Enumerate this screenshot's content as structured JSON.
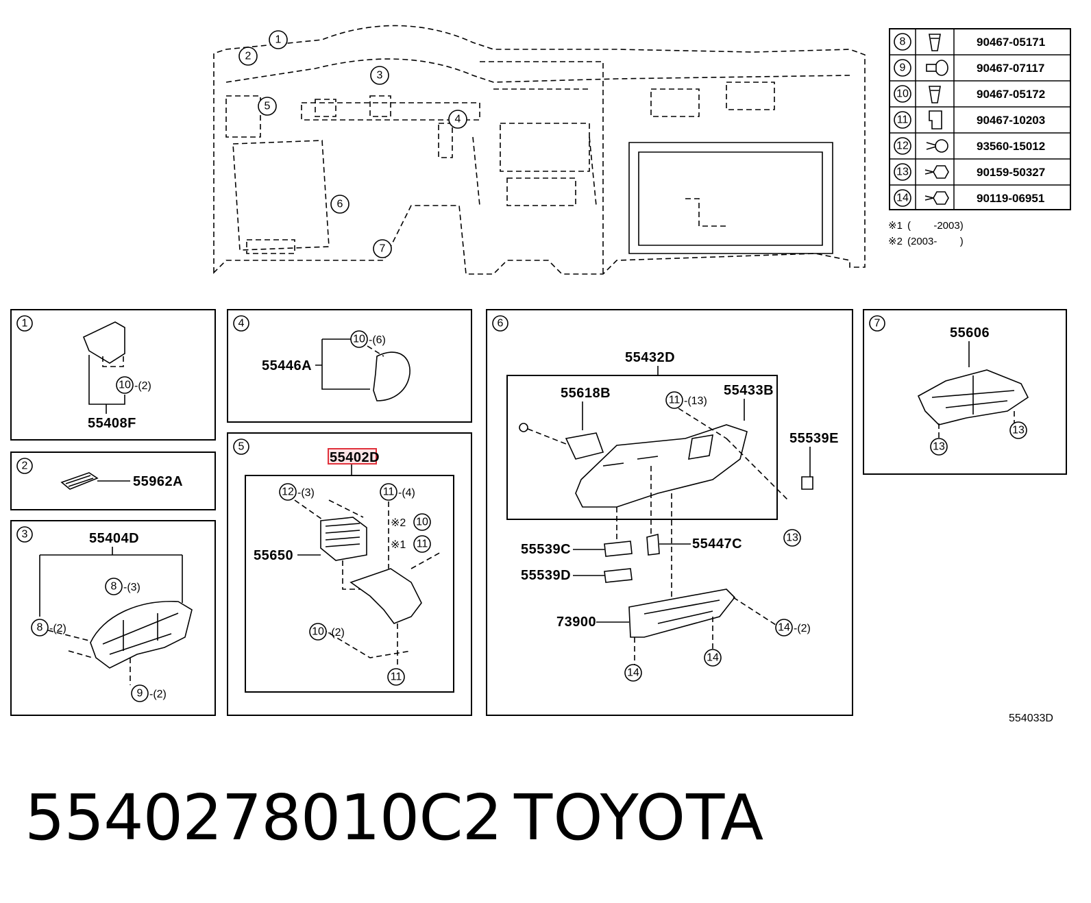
{
  "overview": {
    "callouts": [
      "1",
      "2",
      "3",
      "4",
      "5",
      "6",
      "7"
    ]
  },
  "fastener_table": [
    {
      "ref": "8",
      "icon": "clip-icon",
      "part": "90467-05171"
    },
    {
      "ref": "9",
      "icon": "push-rivet-icon",
      "part": "90467-07117"
    },
    {
      "ref": "10",
      "icon": "clip-icon",
      "part": "90467-05172"
    },
    {
      "ref": "11",
      "icon": "clip-icon",
      "part": "90467-10203"
    },
    {
      "ref": "12",
      "icon": "screw-icon",
      "part": "93560-15012"
    },
    {
      "ref": "13",
      "icon": "bolt-icon",
      "part": "90159-50327"
    },
    {
      "ref": "14",
      "icon": "bolt-icon",
      "part": "90119-06951"
    }
  ],
  "notes": [
    {
      "mark": "※1",
      "text": "(        -2003)"
    },
    {
      "mark": "※2",
      "text": "(2003-        )"
    }
  ],
  "panels": {
    "p1": {
      "num": "1",
      "part": "55408F",
      "fastener": "10",
      "qty": "-(2)"
    },
    "p2": {
      "num": "2",
      "part": "55962A"
    },
    "p3": {
      "num": "3",
      "part": "55404D",
      "f1": "8",
      "q1": "-(3)",
      "f2": "8",
      "q2": "-(2)",
      "f3": "9",
      "q3": "-(2)"
    },
    "p4": {
      "num": "4",
      "part": "55446A",
      "fastener": "10",
      "qty": "-(6)"
    },
    "p5": {
      "num": "5",
      "part": "55402D",
      "sub": "55650",
      "f12": "12",
      "q12": "-(3)",
      "f11": "11",
      "q11": "-(4)",
      "n2": "※2",
      "f10a": "10",
      "n1": "※1",
      "f11b": "11",
      "f10b": "10",
      "q10b": "-(2)",
      "f11c": "11"
    },
    "p6": {
      "num": "6",
      "assy": "55432D",
      "a": "55618B",
      "b": "55433B",
      "f11": "11",
      "q11": "-(13)",
      "c": "55539E",
      "d": "55539C",
      "e": "55447C",
      "f": "55539D",
      "g": "73900",
      "f13": "13",
      "f14a": "14",
      "q14a": "-(2)",
      "f14b": "14",
      "f14c": "14"
    },
    "p7": {
      "num": "7",
      "part": "55606",
      "f13a": "13",
      "f13b": "13"
    }
  },
  "diagram_code": "554033D",
  "footer": {
    "part_number": "5540278010C2",
    "brand": "TOYOTA"
  },
  "colors": {
    "highlight": "#e0303a",
    "highlight_fill": "#fde4e6",
    "ink": "#000000"
  }
}
